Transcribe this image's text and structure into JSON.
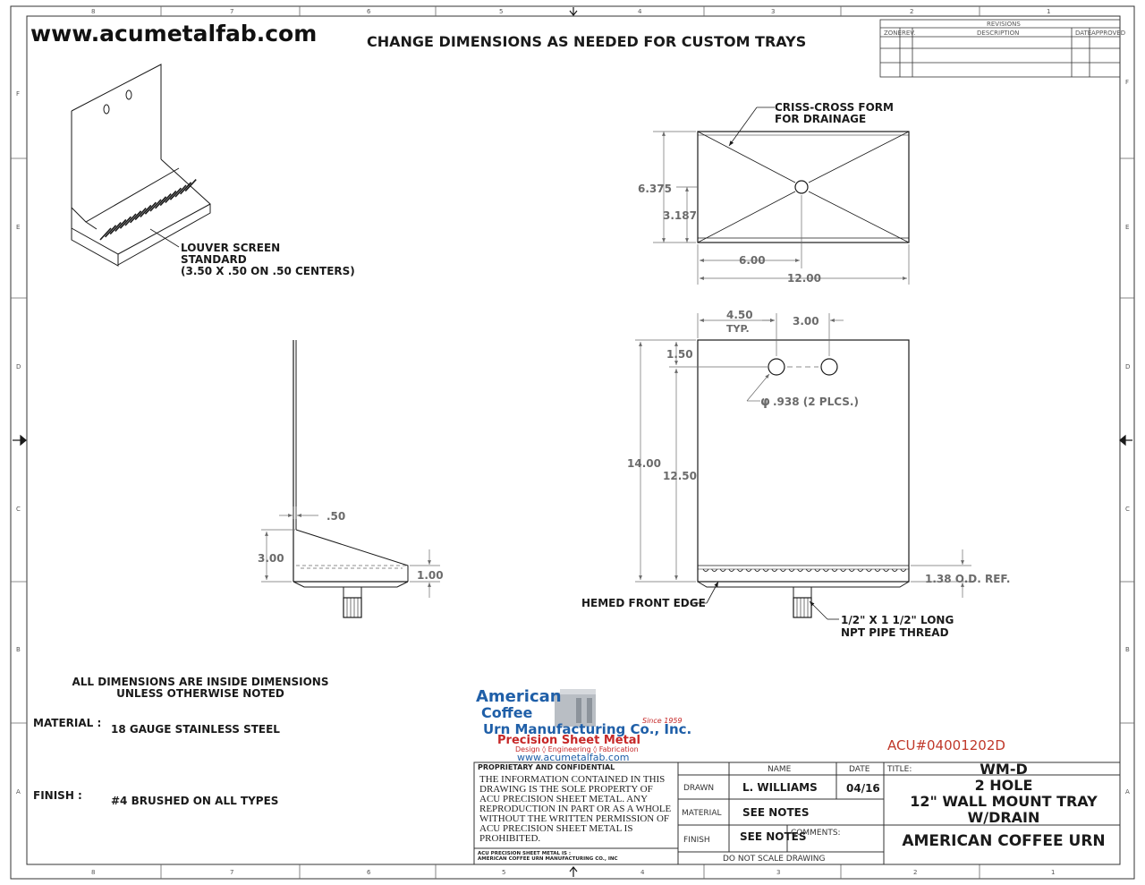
{
  "header": {
    "website": "www.acumetalfab.com",
    "headline": "CHANGE DIMENSIONS AS NEEDED FOR CUSTOM TRAYS"
  },
  "revisions": {
    "title": "REVISIONS",
    "columns": [
      "ZONE",
      "REV.",
      "DESCRIPTION",
      "DATE",
      "APPROVED"
    ]
  },
  "zones": {
    "top": [
      "8",
      "7",
      "6",
      "5",
      "4",
      "3",
      "2",
      "1"
    ],
    "side": [
      "F",
      "E",
      "D",
      "C",
      "B",
      "A"
    ]
  },
  "callouts": {
    "louver": [
      "LOUVER SCREEN",
      "STANDARD",
      "(3.50 X .50 ON .50 CENTERS)"
    ],
    "criss_cross": [
      "CRISS-CROSS FORM",
      "FOR DRAINAGE"
    ],
    "hemmed": "HEMED FRONT EDGE",
    "thread": [
      "1/2\" X 1 1/2\" LONG",
      "NPT PIPE THREAD"
    ],
    "hole": ".938 (2 PLCS.)",
    "diameter_symbol": "φ"
  },
  "dimensions": {
    "top_height": "6.375",
    "top_half_height": "3.187",
    "top_half_width": "6.00",
    "top_width": "12.00",
    "hole_offset": "4.50",
    "hole_offset_note": "TYP.",
    "hole_spacing": "3.00",
    "hole_from_top": "1.50",
    "total_height": "14.00",
    "back_height": "12.50",
    "od_ref": "1.38 O.D. REF.",
    "side_thickness": ".50",
    "side_height": "3.00",
    "side_front": "1.00"
  },
  "notes": {
    "dims_note": [
      "ALL DIMENSIONS ARE INSIDE DIMENSIONS",
      "UNLESS OTHERWISE NOTED"
    ],
    "material_label": "MATERIAL :",
    "material_value": "18 GAUGE STAINLESS STEEL",
    "finish_label": "FINISH :",
    "finish_value": "#4 BRUSHED ON ALL TYPES"
  },
  "logo": {
    "line1": "American",
    "line2": "Coffee",
    "line3": "Urn Manufacturing Co., Inc.",
    "since": "Since 1959",
    "line4": "Precision Sheet Metal",
    "line5": "Design ◊ Engineering ◊ Fabrication",
    "url": "www.acumetalfab.com"
  },
  "title_block": {
    "part_number": "ACU#04001202D",
    "proprietary_title": "PROPRIETARY AND CONFIDENTIAL",
    "proprietary_text": [
      "THE INFORMATION CONTAINED IN THIS",
      "DRAWING IS THE SOLE PROPERTY OF",
      "ACU PRECISION SHEET METAL.  ANY",
      "REPRODUCTION IN PART OR AS A WHOLE",
      "WITHOUT THE WRITTEN PERMISSION OF",
      "ACU PRECISION SHEET METAL IS",
      "PROHIBITED."
    ],
    "footer_text": [
      "ACU PRECISION SHEET METAL IS :",
      "AMERICAN COFFEE URN MANUFACTURING CO., INC"
    ],
    "name_header": "NAME",
    "date_header": "DATE",
    "drawn_label": "DRAWN",
    "drawn_name": "L. WILLIAMS",
    "drawn_date": "04/16",
    "material_label": "MATERIAL",
    "material_value": "SEE NOTES",
    "finish_label": "FINISH",
    "finish_value": "SEE NOTES",
    "comments_label": "COMMENTS:",
    "title_label": "TITLE:",
    "title_lines": [
      "WM-D",
      "2 HOLE",
      "12\" WALL MOUNT TRAY",
      "W/DRAIN"
    ],
    "company": "AMERICAN COFFEE URN",
    "scale_note": "DO NOT SCALE DRAWING"
  },
  "colors": {
    "line": "#1a1a1a",
    "dimension": "#6b6b6b",
    "part_number": "#c0392b",
    "logo_blue": "#1f5fa8",
    "logo_red": "#c62828"
  }
}
